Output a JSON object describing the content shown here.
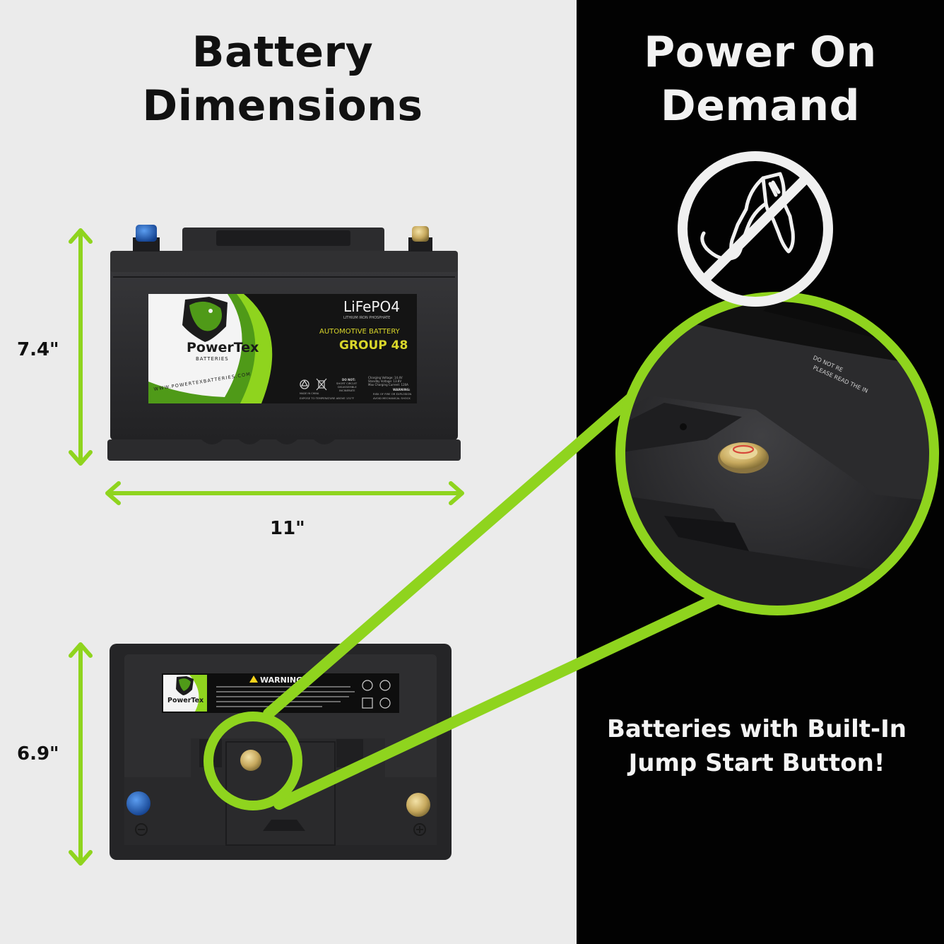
{
  "headings": {
    "left": [
      "Battery",
      "Dimensions"
    ],
    "right": [
      "Power On",
      "Demand"
    ]
  },
  "dimensions": {
    "front_height": "7.4\"",
    "front_width": "11\"",
    "top_depth": "6.9\""
  },
  "tagline": [
    "Batteries with Built-In",
    "Jump Start Button!"
  ],
  "battery_label": {
    "brand": "PowerTex",
    "brand_sub": "BATTERIES",
    "website": "WWW.POWERTEXBATTERIES.COM",
    "chemistry": "LiFePO4",
    "chemistry_sub": "LITHIUM IRON PHOSPHATE",
    "type": "AUTOMOTIVE BATTERY",
    "group": "GROUP 48",
    "specs": [
      "Charging Voltage: 14.4V",
      "Standby Voltage: 13.8V",
      "Max Charging Current: 120A"
    ],
    "do_not": [
      "DO NOT:",
      "SHORT CIRCUIT",
      "DISASSEMBLE",
      "INCINERATE"
    ],
    "made_in": "MADE IN CHINA",
    "expose": "EXPOSE TO TEMPERATURE ABOVE 131°F",
    "warning_title": "WARNING:",
    "warning_lines": [
      "RISK OF FIRE OR EXPLOSION",
      "AVOID MECHANICAL SHOCK"
    ]
  },
  "top_label": {
    "brand": "PowerTex",
    "warning": "WARNING"
  },
  "zoom_text": [
    "DO NOT RE",
    "PLEASE READ THE IN"
  ],
  "icons": [
    "no-jumper-cables-icon",
    "recycle-icon",
    "no-trash-bin-icon",
    "warning-triangle-icon"
  ],
  "colors": {
    "accent_green": "#8fd41e",
    "left_bg": "#ebebeb",
    "right_bg": "#020202",
    "battery_body": "#2a2a2c",
    "label_yellow": "#d9d62a",
    "negative_terminal": "#1e5bb8",
    "positive_terminal": "#c9b271"
  }
}
